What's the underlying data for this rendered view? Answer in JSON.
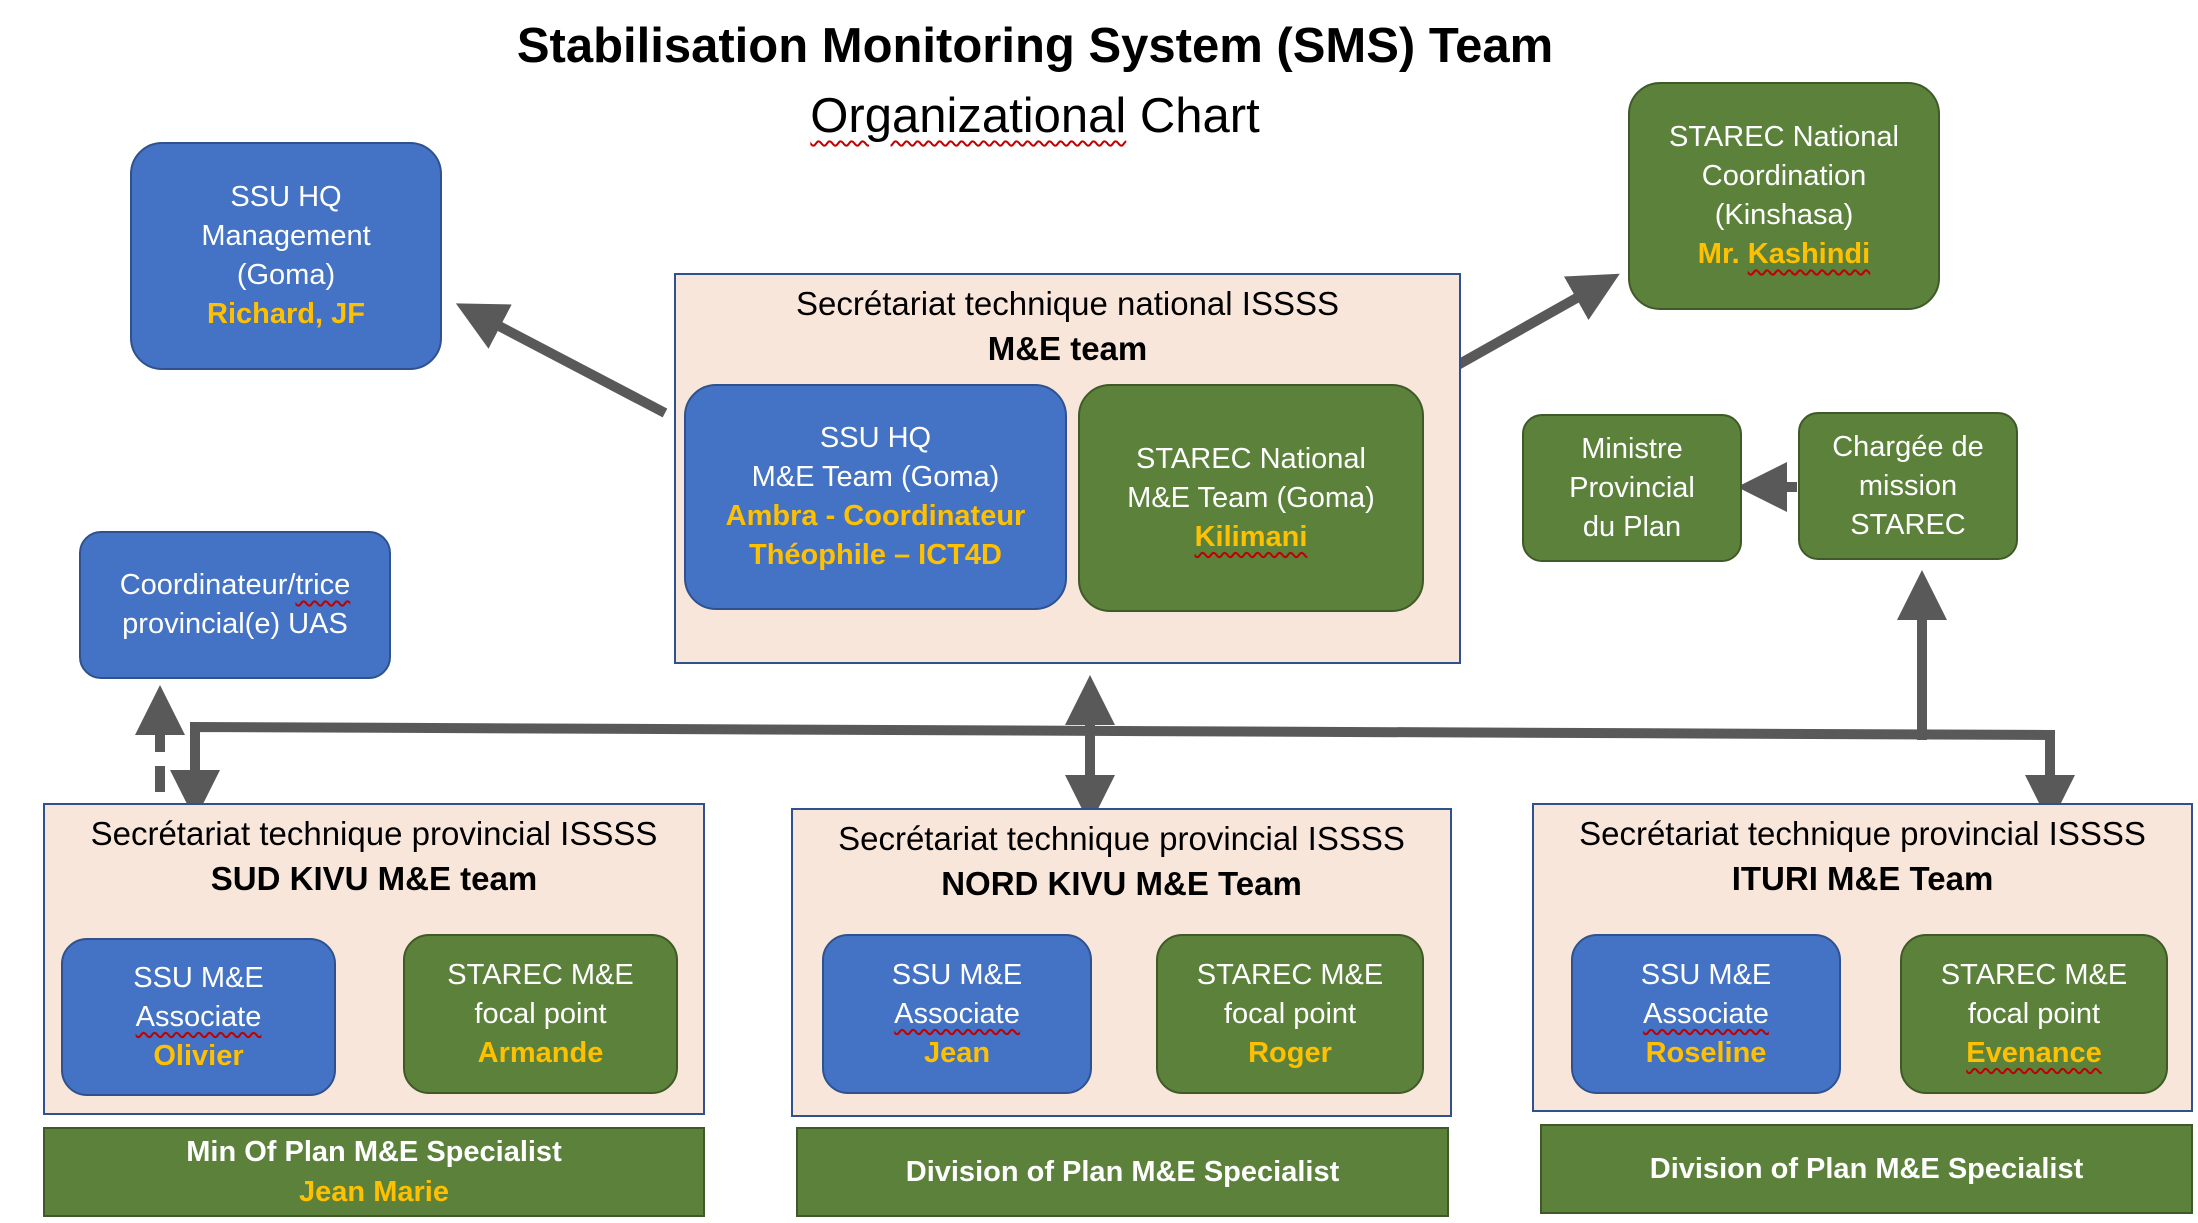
{
  "title": {
    "line1": "Stabilisation Monitoring System (SMS) Team",
    "line2a": "Organizational",
    "line2b": " Chart"
  },
  "ssu_hq_mgmt": {
    "l1": "SSU HQ",
    "l2": "Management",
    "l3": "(Goma)",
    "name": "Richard, JF"
  },
  "starec_national": {
    "l1": "STAREC National",
    "l2": "Coordination",
    "l3": "(Kinshasa)",
    "name_prefix": "Mr. ",
    "name": "Kashindi"
  },
  "national_team": {
    "h1": "Secrétariat technique national ISSSS",
    "h2": "M&E team",
    "ssu": {
      "l1": "SSU HQ",
      "l2": "M&E Team (Goma)",
      "n1": "Ambra - Coordinateur",
      "n2": "Théophile – ICT4D"
    },
    "starec": {
      "l1": "STAREC National",
      "l2": "M&E Team (Goma)",
      "name": "Kilimani"
    }
  },
  "ministre": {
    "l1": "Ministre",
    "l2": "Provincial",
    "l3": "du Plan"
  },
  "chargee": {
    "l1": "Chargée de",
    "l2": "mission",
    "l3": "STAREC"
  },
  "coordinateur": {
    "l1a": "Coordinateur/",
    "l1b": "trice",
    "l2": "provincial(e) UAS"
  },
  "provinces": [
    {
      "h1": "Secrétariat technique provincial ISSSS",
      "h2": "SUD KIVU M&E team",
      "ssu": {
        "l1": "SSU M&E",
        "l2": "Associate",
        "name": "Olivier"
      },
      "starec": {
        "l1": "STAREC M&E",
        "l2": "focal point",
        "name": "Armande"
      },
      "bar": {
        "l1": "Min Of Plan M&E Specialist",
        "name": "Jean Marie"
      }
    },
    {
      "h1": "Secrétariat technique provincial ISSSS",
      "h2": "NORD KIVU M&E Team",
      "ssu": {
        "l1": "SSU M&E",
        "l2": "Associate",
        "name": "Jean"
      },
      "starec": {
        "l1": "STAREC M&E",
        "l2": "focal point",
        "name": "Roger"
      },
      "bar": {
        "l1": "Division of Plan M&E Specialist"
      }
    },
    {
      "h1": "Secrétariat technique provincial ISSSS",
      "h2": "ITURI M&E Team",
      "ssu": {
        "l1": "SSU M&E",
        "l2": "Associate",
        "name": "Roseline"
      },
      "starec": {
        "l1": "STAREC M&E",
        "l2": "focal point",
        "name": "Evenance"
      },
      "bar": {
        "l1": "Division of Plan M&E Specialist"
      }
    }
  ],
  "colors": {
    "blue": "#4472c4",
    "green": "#5b813b",
    "peach": "#f8e6da",
    "gold": "#ffc000",
    "arrow": "#595959"
  }
}
